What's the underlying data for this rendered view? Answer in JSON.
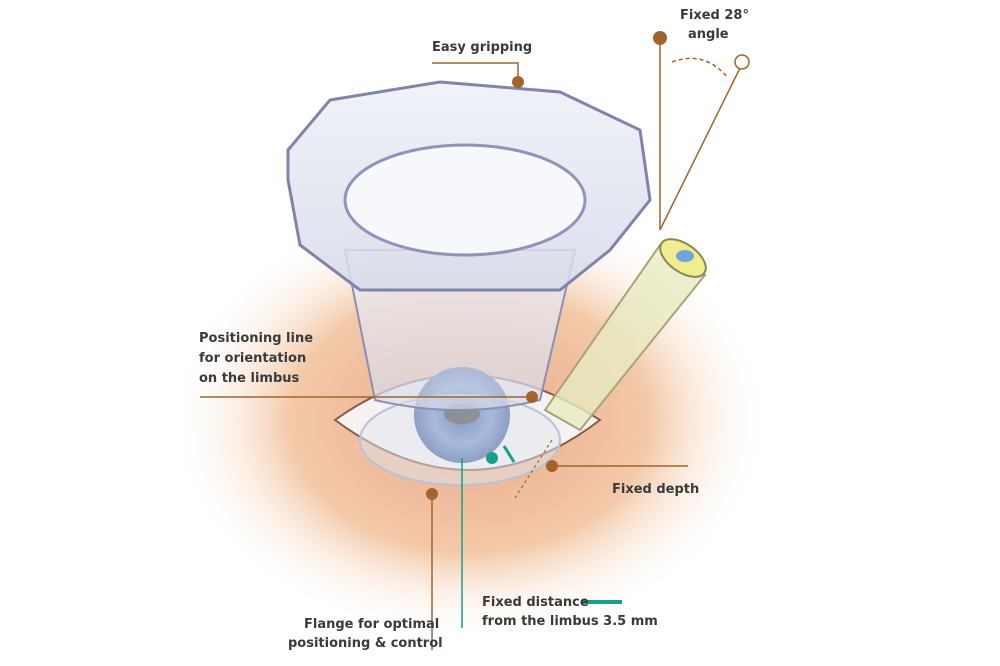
{
  "colors": {
    "callout": "#a3642c",
    "accent": "#17a08a",
    "skin": "#f3c9a8"
  },
  "labels": {
    "easy_gripping": "Easy gripping",
    "fixed_angle_1": "Fixed 28°",
    "fixed_angle_2": "angle",
    "positioning_1": "Positioning line",
    "positioning_2": "for orientation",
    "positioning_3": "on the limbus",
    "fixed_depth": "Fixed depth",
    "flange_1": "Flange for optimal",
    "flange_2": "positioning & control",
    "distance_1": "Fixed distance",
    "distance_2": "from the limbus 3.5 mm"
  }
}
